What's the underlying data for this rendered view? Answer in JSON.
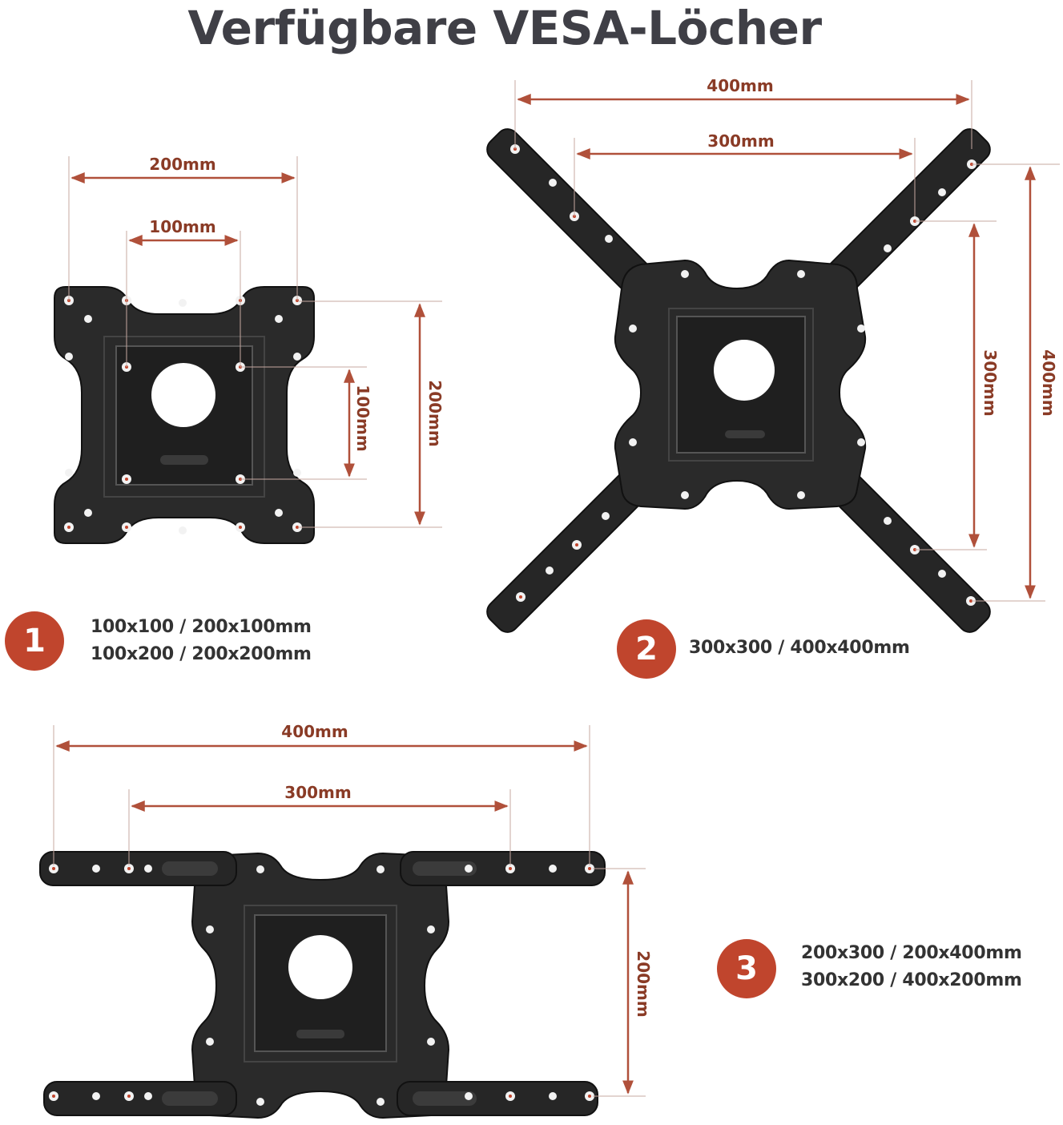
{
  "title": "Verfügbare VESA-Löcher",
  "colors": {
    "accent": "#c0452d",
    "dimension": "#b0503a",
    "bracket": "#2b2b2b",
    "title": "#3f3f46"
  },
  "options": [
    {
      "number": "1",
      "lines": [
        "100x100 / 200x100mm",
        "100x200 / 200x200mm"
      ]
    },
    {
      "number": "2",
      "lines": [
        "300x300 / 400x400mm"
      ]
    },
    {
      "number": "3",
      "lines": [
        "200x300 / 200x400mm",
        "300x200 / 400x200mm"
      ]
    }
  ],
  "dimensions": {
    "mount1": {
      "top_outer": "200mm",
      "top_inner": "100mm",
      "side_inner": "100mm",
      "side_outer": "200mm"
    },
    "mount2": {
      "top_outer": "400mm",
      "top_inner": "300mm",
      "side_inner": "300mm",
      "side_outer": "400mm"
    },
    "mount3": {
      "top_outer": "400mm",
      "top_inner": "300mm",
      "side": "200mm"
    }
  }
}
